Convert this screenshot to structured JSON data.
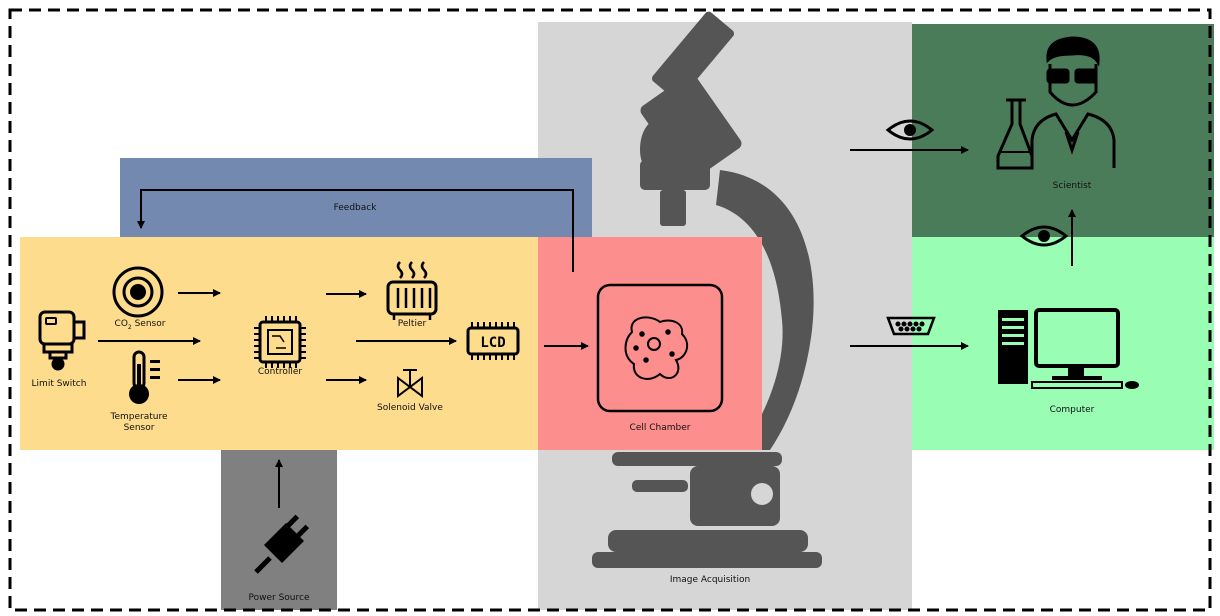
{
  "diagram": {
    "colors": {
      "feedback_region": "#7389af",
      "system_region": "#fddc8e",
      "cell_region": "#fd8e8e",
      "acquisition_region": "#d6d6d6",
      "power_region": "#808080",
      "scientist_region": "#4b7c59",
      "computer_region": "#99fdb4",
      "microscope": "#555555",
      "border": "#000000"
    },
    "labels": {
      "feedback": "Feedback",
      "co2_sensor_main": "CO",
      "co2_sensor_sub": "2",
      "co2_sensor_rest": " Sensor",
      "limit_switch": "Limit Switch",
      "temperature_sensor_line1": "Temperature",
      "temperature_sensor_line2": "Sensor",
      "controller": "Controller",
      "peltier": "Peltier",
      "lcd": "LCD",
      "solenoid_valve": "Solenoid Valve",
      "cell_chamber": "Cell Chamber",
      "power_source": "Power Source",
      "image_acquisition": "Image Acquisition",
      "scientist": "Scientist",
      "computer": "Computer"
    },
    "icons": [
      "limit-switch-icon",
      "co2-sensor-icon",
      "thermometer-icon",
      "microchip-icon",
      "heater-icon",
      "lcd-display-icon",
      "valve-icon",
      "cell-icon",
      "plug-icon",
      "microscope-icon",
      "eye-icon",
      "serial-port-icon",
      "scientist-icon",
      "computer-icon"
    ]
  }
}
